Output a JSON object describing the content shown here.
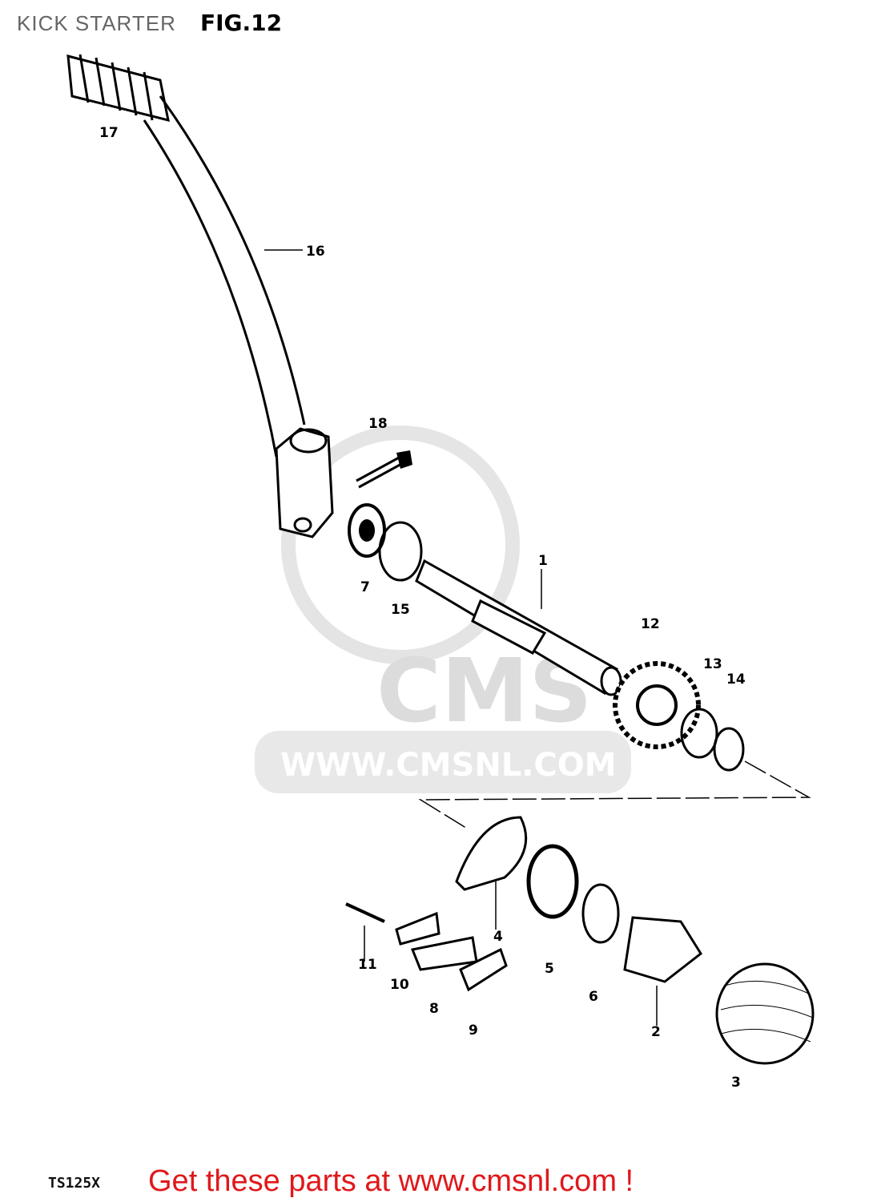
{
  "header": {
    "title": "KICK STARTER",
    "figure": "FIG.12"
  },
  "watermark": {
    "logo": "CMS",
    "url": "WWW.CMSNL.COM"
  },
  "callouts": [
    "1",
    "2",
    "3",
    "4",
    "5",
    "6",
    "7",
    "8",
    "9",
    "10",
    "11",
    "12",
    "13",
    "14",
    "15",
    "16",
    "17",
    "18"
  ],
  "footer": {
    "model": "TS125X",
    "promo": "Get these parts at www.cmsnl.com !",
    "promo_color": "#e0181b"
  }
}
